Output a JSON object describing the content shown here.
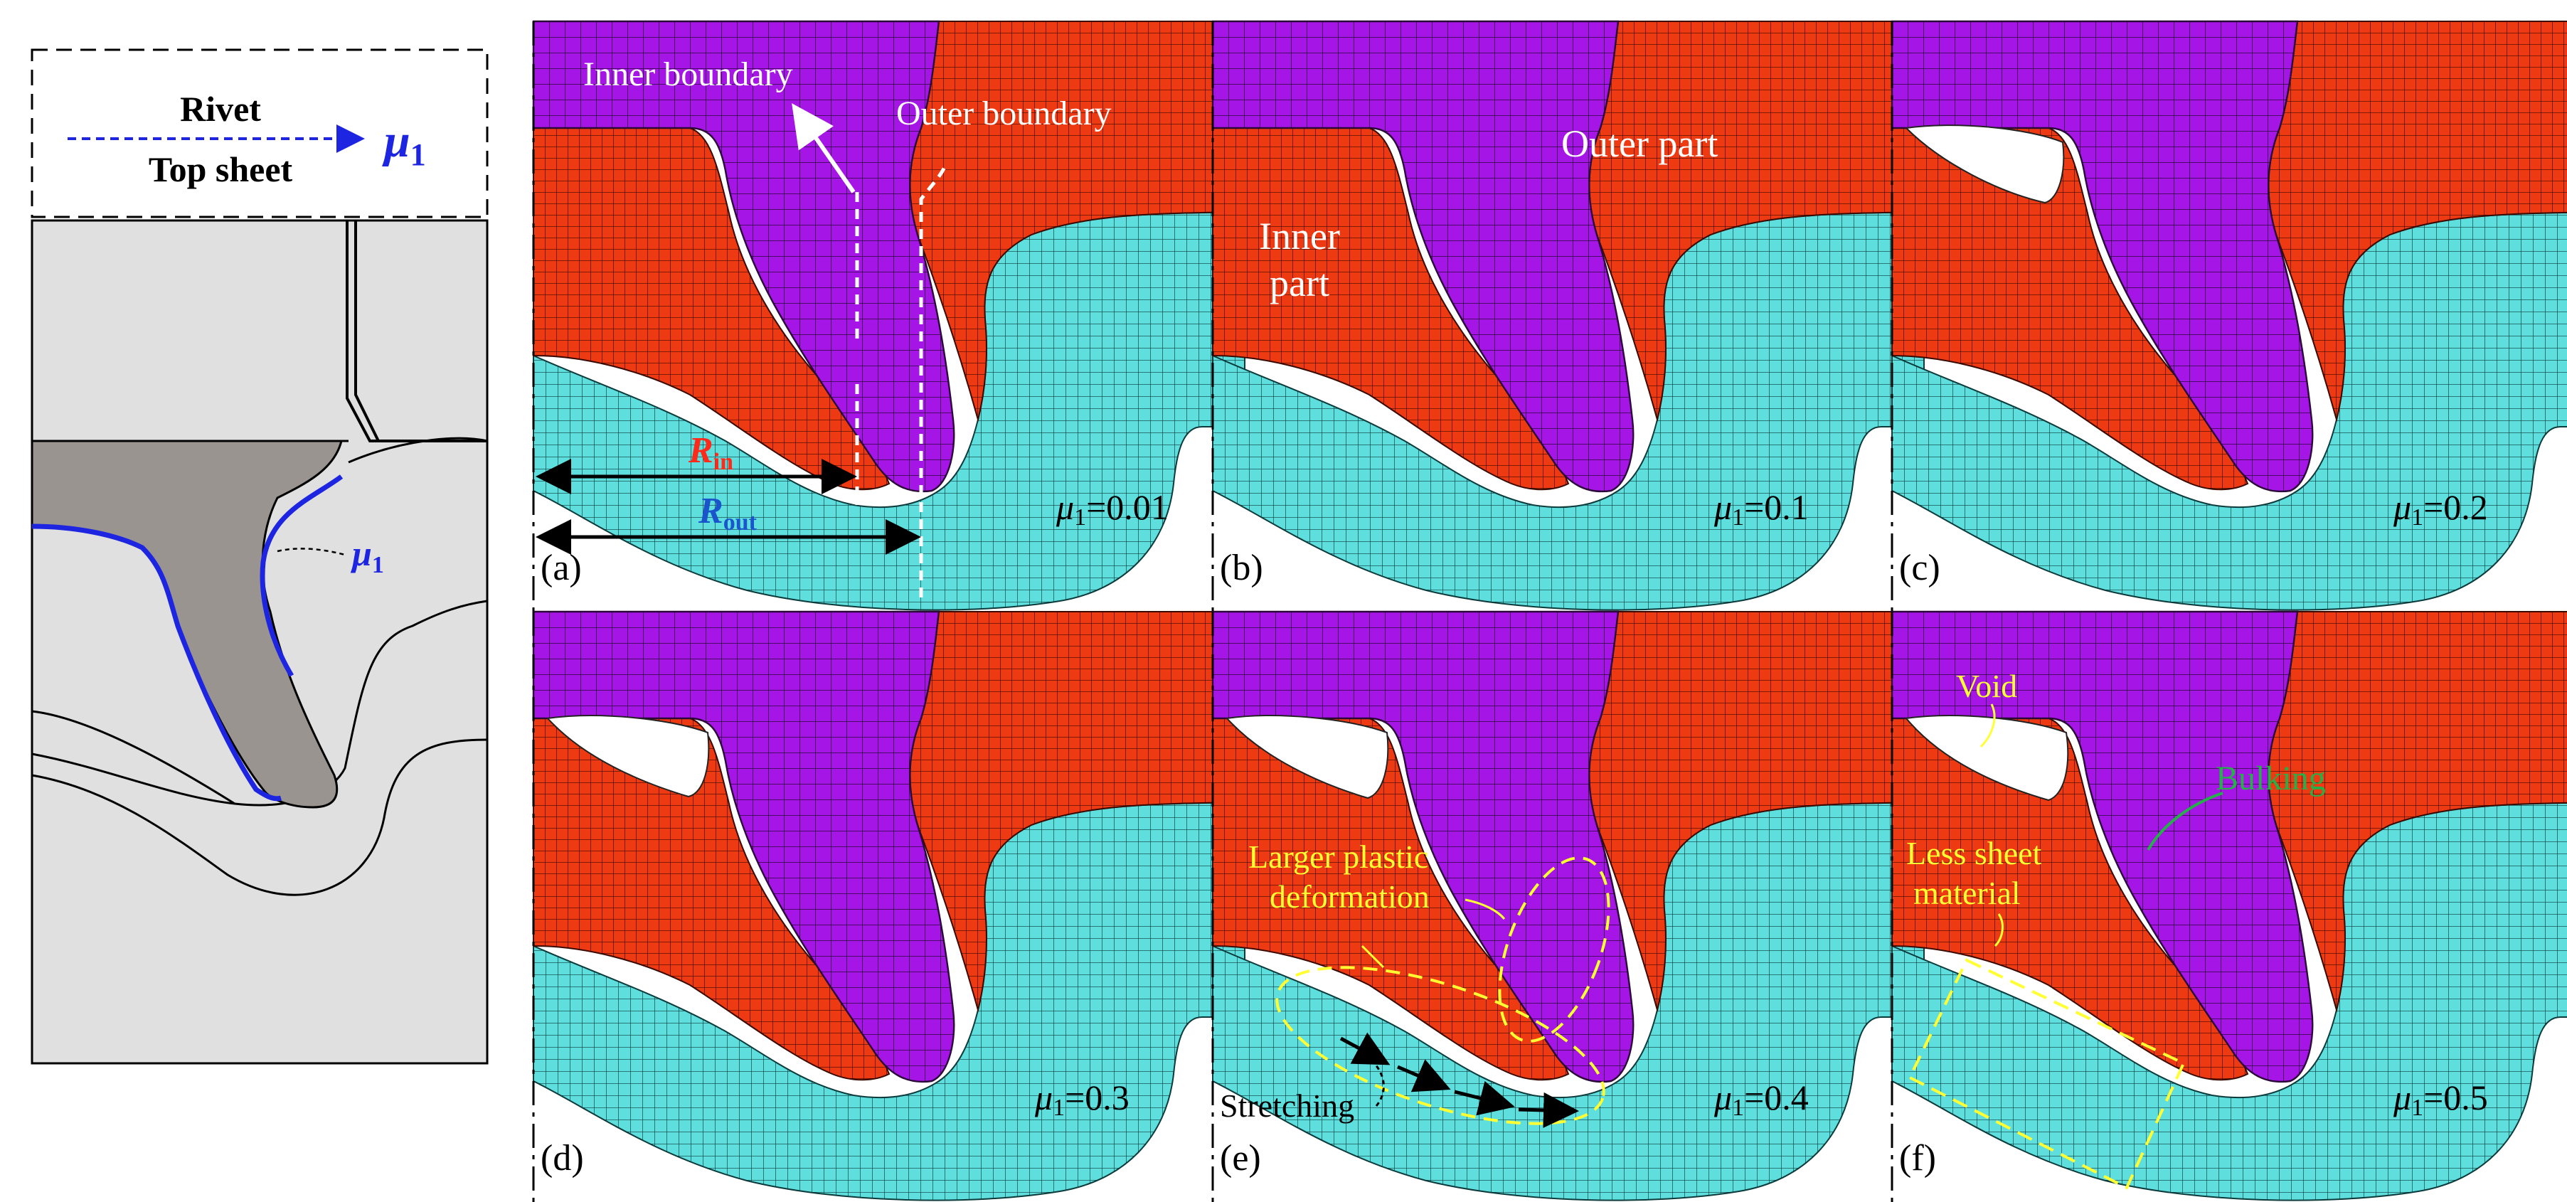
{
  "colors": {
    "rivet": "#a415e6",
    "top_sheet": "#ee3a13",
    "bottom_sheet": "#5fdede",
    "mesh": "#1a1a1a",
    "schematic_fill": "#e0e0e0",
    "schematic_rivet": "#9a9490",
    "friction_line": "#1d25e0",
    "annotation_white": "#ffffff",
    "annotation_yellow": "#ffff33",
    "annotation_green": "#25b04a",
    "r_in": "#ff2a1a",
    "r_out": "#1a55cc"
  },
  "icons": {
    "legend_arrow": "dashed-right-arrow-icon",
    "r_arrow": "double-headed-arrow-icon",
    "stretch_arrow": "right-arrow-icon"
  },
  "schematic": {
    "legend_top": "Rivet",
    "legend_bottom": "Top sheet",
    "legend_mu": "μ",
    "legend_mu_sub": "1",
    "mu_label": "μ",
    "mu_label_sub": "1"
  },
  "panels": [
    {
      "id": "a",
      "label": "(a)",
      "mu_symbol": "μ",
      "mu_sub": "1",
      "mu_value": "=0.01",
      "annotations": {
        "inner_boundary": "Inner boundary",
        "outer_boundary": "Outer boundary",
        "r_in": "R",
        "r_in_sub": "in",
        "r_out": "R",
        "r_out_sub": "out"
      }
    },
    {
      "id": "b",
      "label": "(b)",
      "mu_symbol": "μ",
      "mu_sub": "1",
      "mu_value": "=0.1",
      "annotations": {
        "outer_part": "Outer part",
        "inner_part_line1": "Inner",
        "inner_part_line2": "part"
      }
    },
    {
      "id": "c",
      "label": "(c)",
      "mu_symbol": "μ",
      "mu_sub": "1",
      "mu_value": "=0.2"
    },
    {
      "id": "d",
      "label": "(d)",
      "mu_symbol": "μ",
      "mu_sub": "1",
      "mu_value": "=0.3"
    },
    {
      "id": "e",
      "label": "(e)",
      "mu_symbol": "μ",
      "mu_sub": "1",
      "mu_value": "=0.4",
      "annotations": {
        "larger_plastic_line1": "Larger plastic",
        "larger_plastic_line2": "deformation",
        "stretching": "Stretching"
      }
    },
    {
      "id": "f",
      "label": "(f)",
      "mu_symbol": "μ",
      "mu_sub": "1",
      "mu_value": "=0.5",
      "annotations": {
        "void": "Void",
        "bulking": "Bulking",
        "less_sheet_line1": "Less sheet",
        "less_sheet_line2": "material"
      }
    }
  ]
}
